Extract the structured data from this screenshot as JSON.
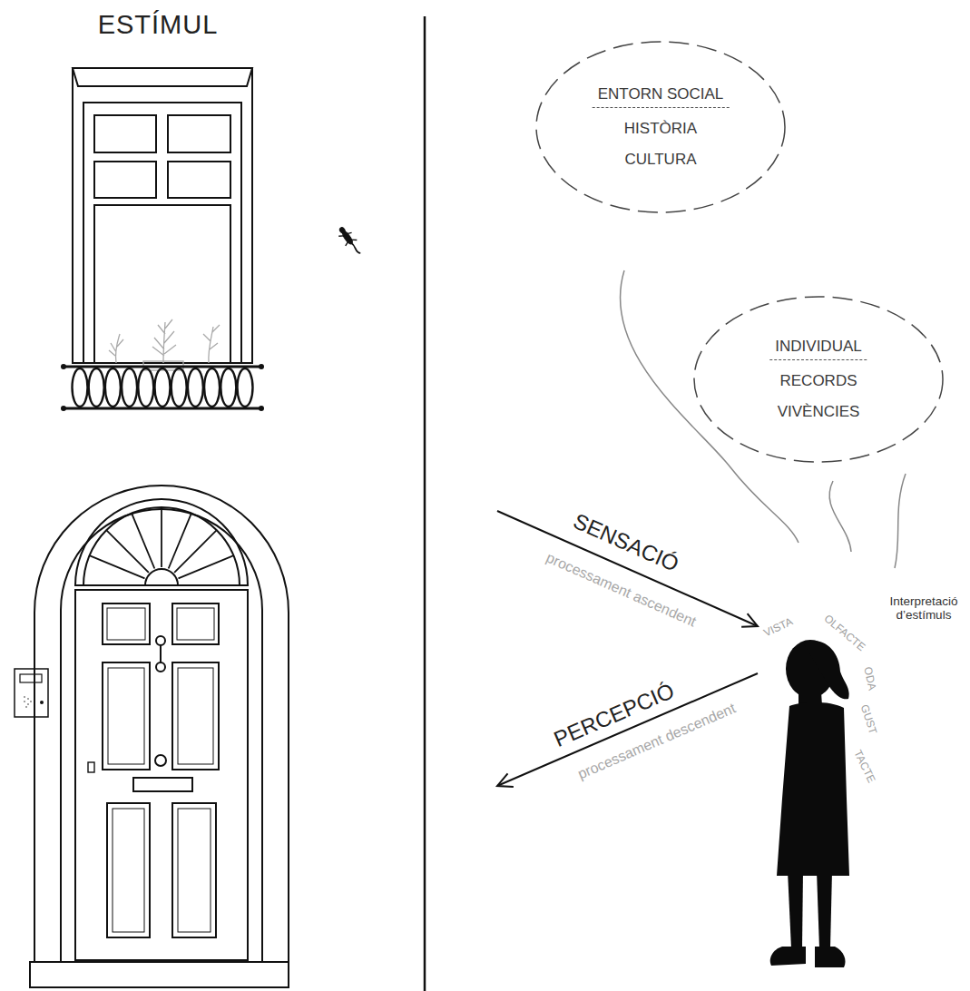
{
  "diagram": {
    "title": "ESTÍMUL",
    "nodes": [
      {
        "text": [
          "ENTORN SOCIAL",
          "HISTÒRIA",
          "CULTURA"
        ]
      },
      {
        "text": [
          "INDIVIDUAL",
          "RECORDS",
          "VIVÈNCIES"
        ]
      }
    ],
    "labels": [
      "SENSACIÓ",
      "processament ascendent",
      "PERCEPCIÓ",
      "processament descendent",
      "VISTA",
      "OLFACTE",
      "ODA",
      "GUST",
      "TACTE",
      "Interpretació d’estímuls"
    ]
  }
}
